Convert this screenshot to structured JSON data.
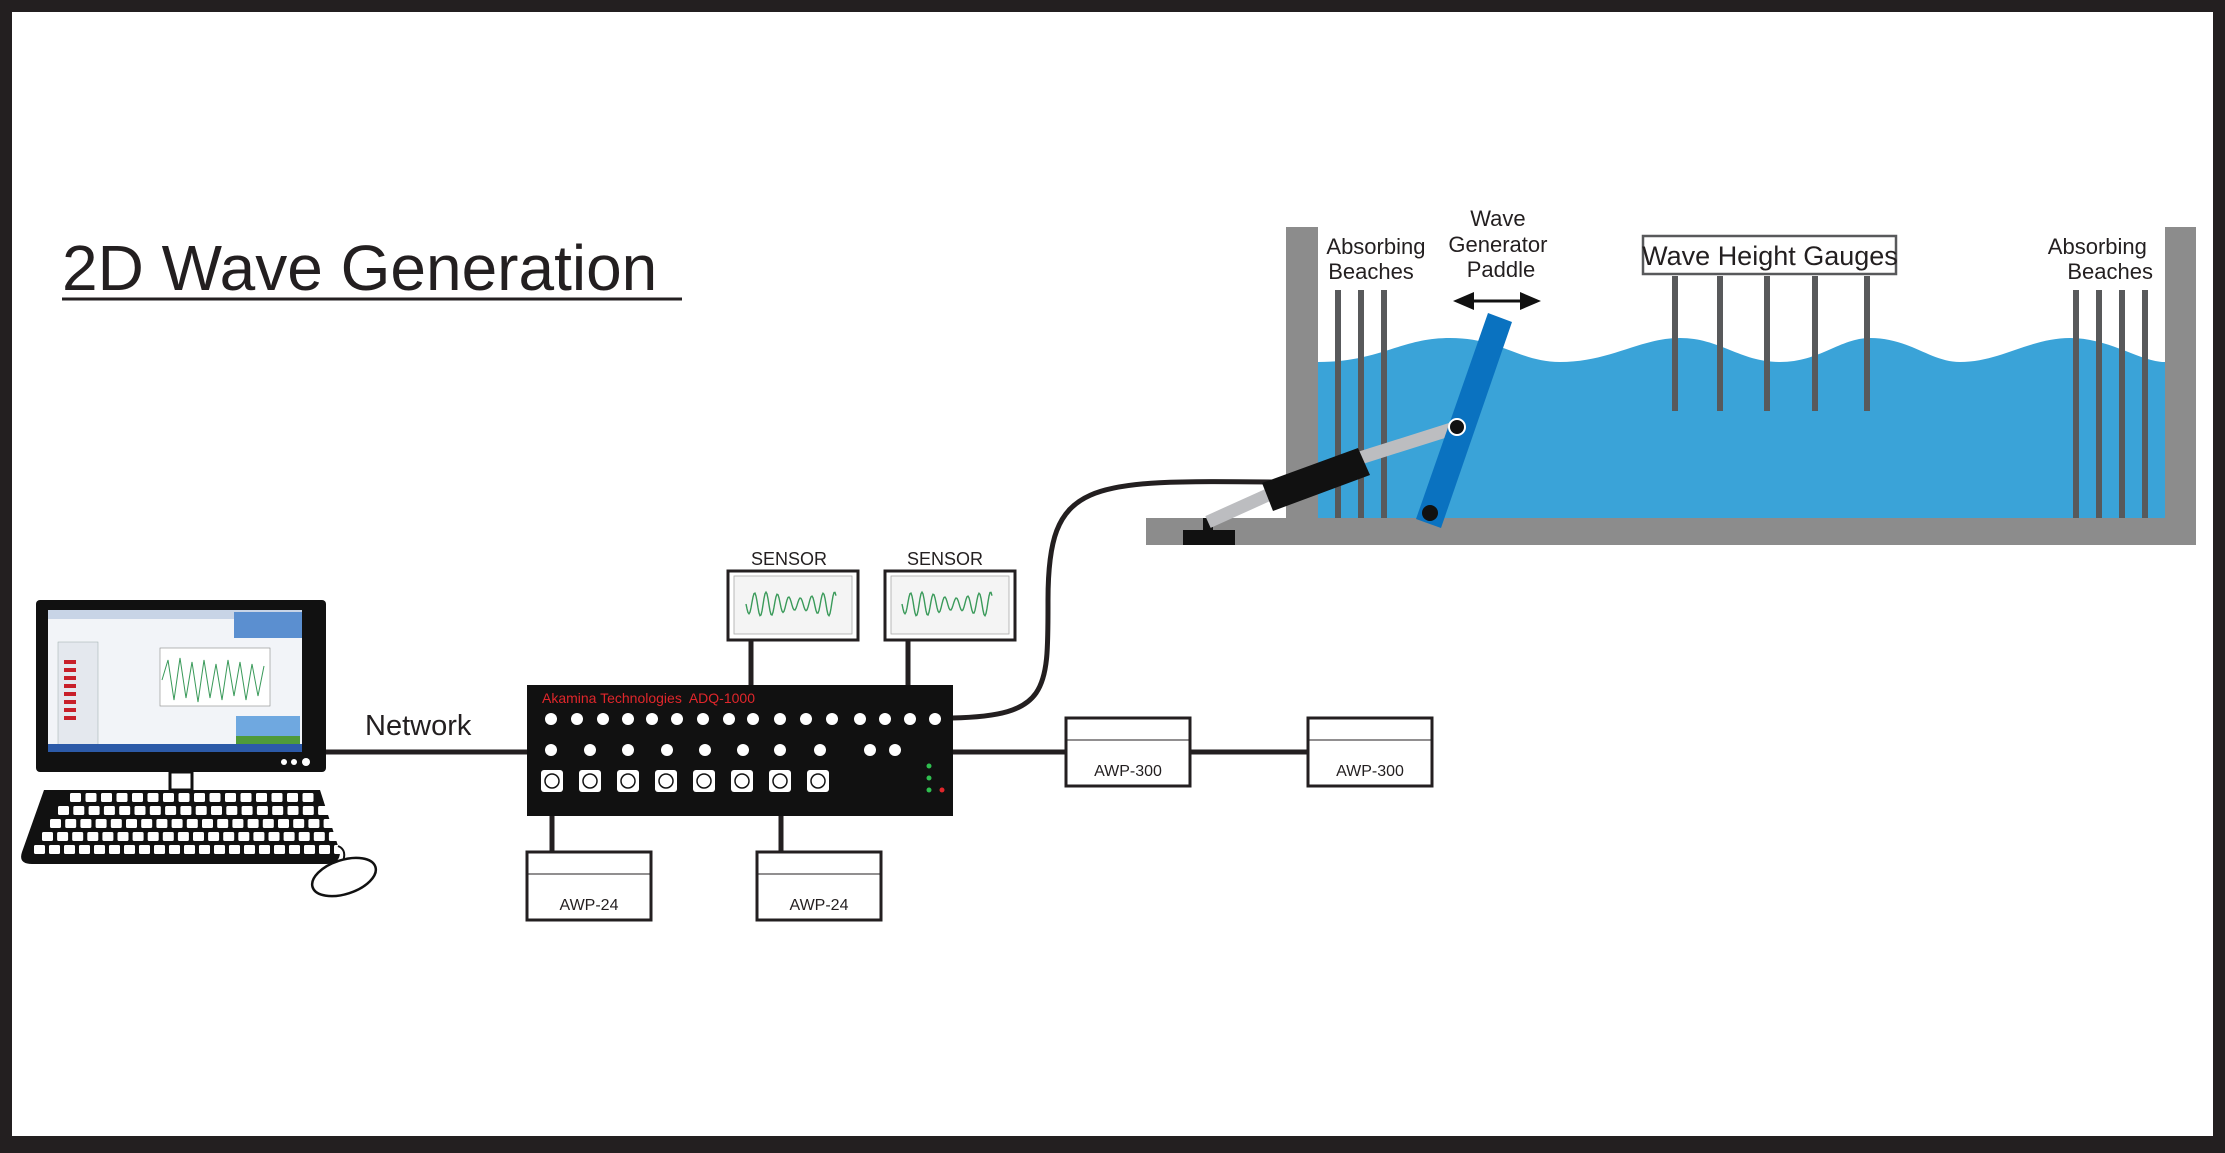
{
  "title": "2D Wave Generation",
  "network_label": "Network",
  "controller": {
    "label": "Akamina Technologies  ADQ-1000"
  },
  "sensors": [
    {
      "label": "SENSOR"
    },
    {
      "label": "SENSOR"
    }
  ],
  "awp300_units": [
    {
      "label": "AWP-300"
    },
    {
      "label": "AWP-300"
    }
  ],
  "awp24_units": [
    {
      "label": "AWP-24"
    },
    {
      "label": "AWP-24"
    }
  ],
  "tank": {
    "absorbing_beaches_left": [
      "Absorbing",
      "Beaches"
    ],
    "absorbing_beaches_right": [
      "Absorbing",
      "Beaches"
    ],
    "paddle_label": [
      "Wave",
      "Generator",
      "Paddle"
    ],
    "gauges_label": "Wave Height Gauges"
  },
  "colors": {
    "frame": "#231f20",
    "water": "#3aa3d8",
    "paddle": "#0a72c0",
    "tank_wall": "#8c8c8c",
    "controller_text": "#e0262b",
    "plot_line": "#3a9a5a"
  },
  "icons": {
    "computer": "desktop-computer-icon",
    "keyboard": "keyboard-icon",
    "mouse": "mouse-icon"
  }
}
